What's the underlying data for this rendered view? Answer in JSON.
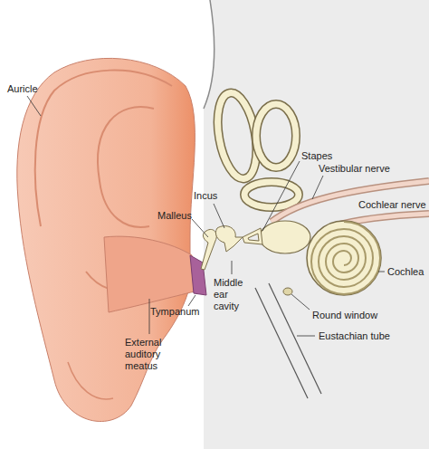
{
  "diagram": {
    "labels": [
      "Auricle",
      "Stapes",
      "Incus",
      "Vestibular nerve",
      "Malleus",
      "Cochlear nerve",
      "Cochlea",
      "Tympanum",
      "Middle ear cavity",
      "Round window",
      "External auditory meatus",
      "Eustachian tube"
    ]
  }
}
